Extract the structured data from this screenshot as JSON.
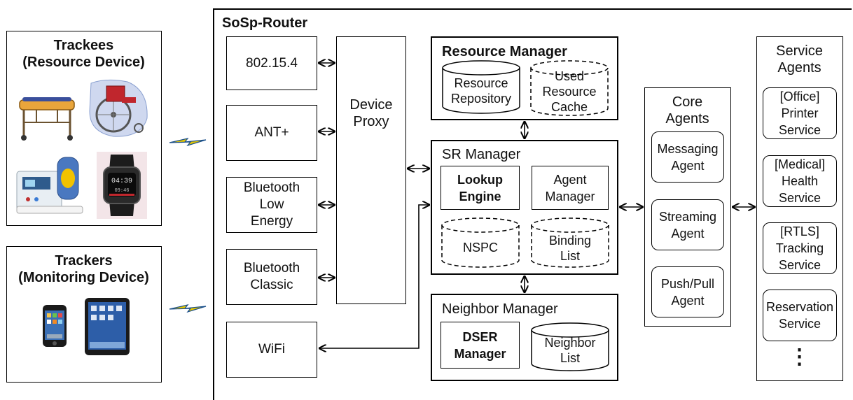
{
  "left": {
    "trackees_title": "Trackees\n(Resource Device)",
    "trackers_title": "Trackers\n(Monitoring Device)",
    "trackee_icons": [
      "hospital-bed-icon",
      "wheelchair-icon",
      "blood-pressure-monitor-icon",
      "smartwatch-icon"
    ],
    "tracker_icons": [
      "smartphone-icon",
      "tablet-icon"
    ],
    "watch_display": "04:39",
    "watch_subtext": "09:46"
  },
  "router": {
    "title": "SoSp-Router",
    "interfaces": [
      "802.15.4",
      "ANT+",
      "Bluetooth\nLow\nEnergy",
      "Bluetooth\nClassic",
      "WiFi"
    ],
    "device_proxy": "Device\nProxy",
    "resource_manager": {
      "title": "Resource Manager",
      "repository": "Resource\nRepository",
      "cache": "Used\nResource\nCache"
    },
    "sr_manager": {
      "title": "SR Manager",
      "lookup": "Lookup\nEngine",
      "agent_manager": "Agent\nManager",
      "nspc": "NSPC",
      "binding": "Binding\nList"
    },
    "neighbor_manager": {
      "title": "Neighbor Manager",
      "dser": "DSER\nManager",
      "neighbor_list": "Neighbor\nList"
    },
    "core_agents": {
      "title": "Core\nAgents",
      "items": [
        "Messaging\nAgent",
        "Streaming\nAgent",
        "Push/Pull\nAgent"
      ]
    },
    "service_agents": {
      "title": "Service\nAgents",
      "items": [
        "[Office]\nPrinter\nService",
        "[Medical]\nHealth\nService",
        "[RTLS]\nTracking\nService",
        "Reservation\nService"
      ],
      "more": "⋮"
    }
  },
  "colors": {
    "line": "#000000",
    "wireless": "#e8c800",
    "wireless_edge": "#1a4f8a"
  }
}
